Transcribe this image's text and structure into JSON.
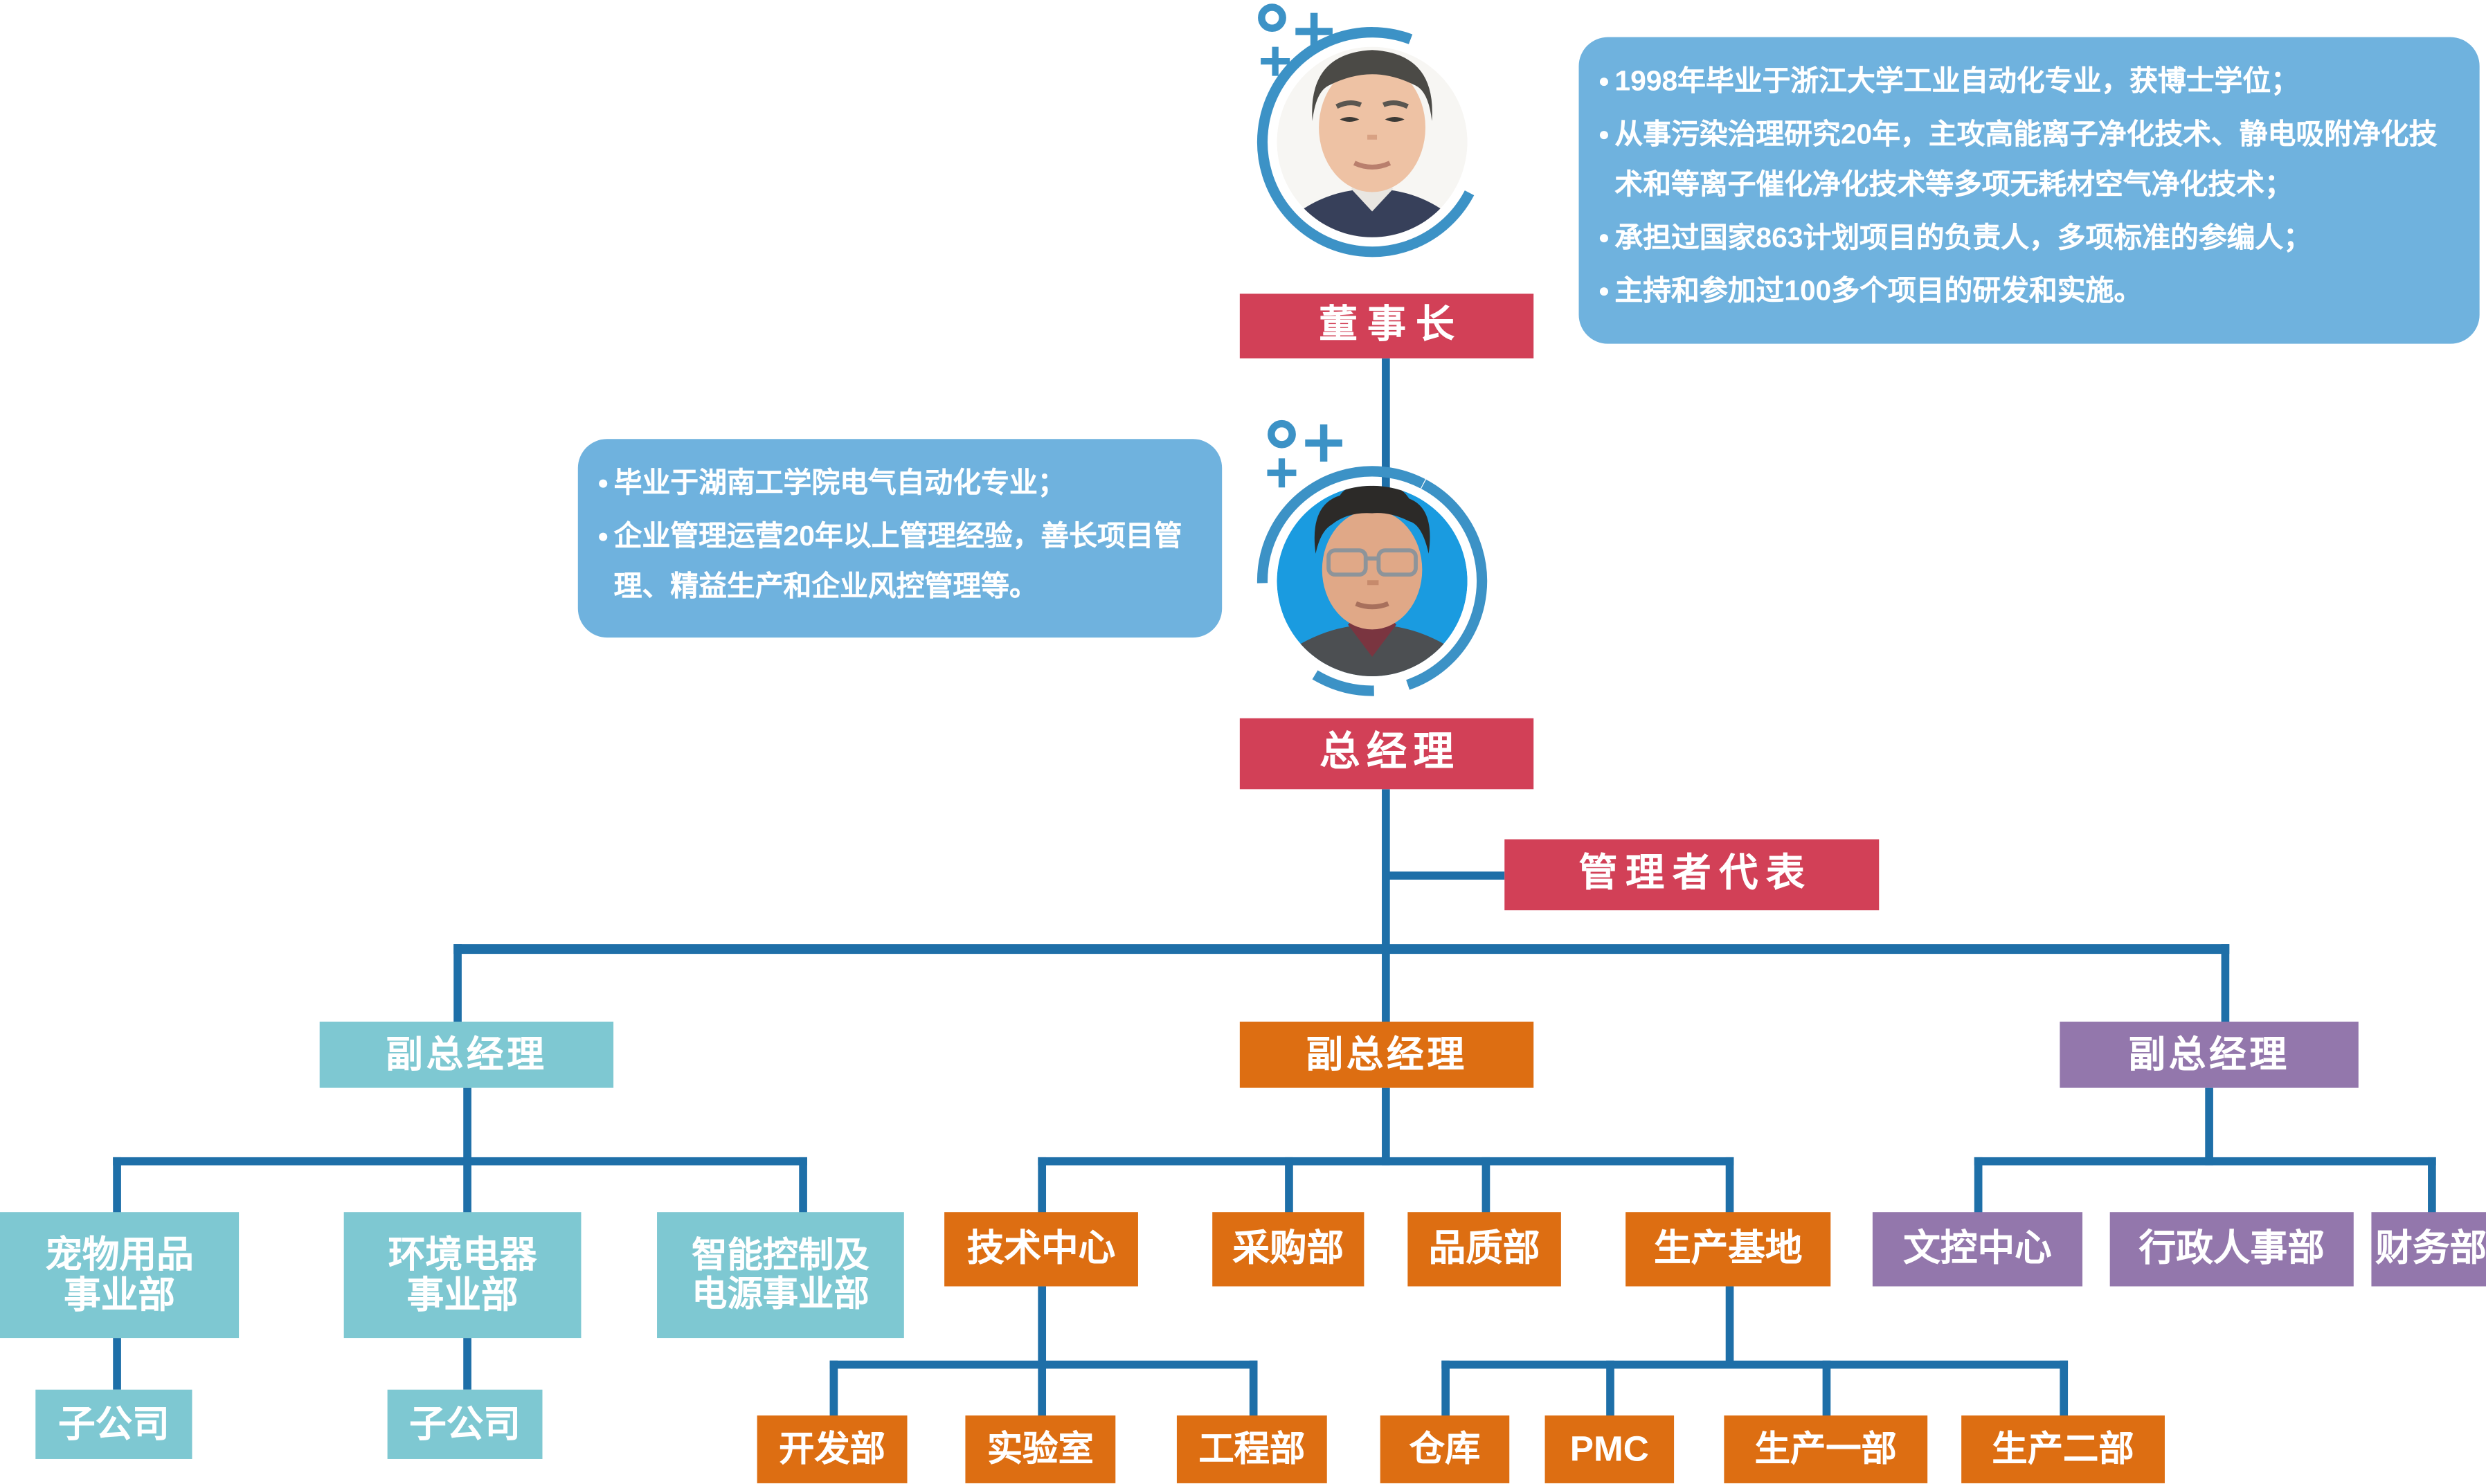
{
  "palette": {
    "red": "#D24057",
    "teal": "#7EC8D2",
    "orange": "#DD6E12",
    "purple": "#9377AC",
    "info_blue": "#6FB2DE",
    "line_blue": "#1E6FA8",
    "deco_blue": "#3C92C6",
    "photo_blue": "#1A9BE0"
  },
  "bullet_icon": "●",
  "chairman": {
    "label": "董事长",
    "bio": [
      "1998年毕业于浙江大学工业自动化专业，获博士学位；",
      "从事污染治理研究20年，主攻高能离子净化技术、静电吸附净化技术和等离子催化净化技术等多项无耗材空气净化技术；",
      "承担过国家863计划项目的负责人，多项标准的参编人；",
      "主持和参加过100多个项目的研发和实施。"
    ]
  },
  "general_manager": {
    "label": "总经理",
    "bio": [
      "毕业于湖南工学院电气自动化专业；",
      "企业管理运营20年以上管理经验，善长项目管理、精益生产和企业风控管理等。"
    ]
  },
  "management_rep": {
    "label": "管理者代表"
  },
  "vice_general_managers": {
    "left": {
      "label": "副总经理"
    },
    "middle": {
      "label": "副总经理"
    },
    "right": {
      "label": "副总经理"
    }
  },
  "left_branch": {
    "divisions": [
      {
        "lines": [
          "宠物用品",
          "事业部"
        ]
      },
      {
        "lines": [
          "环境电器",
          "事业部"
        ]
      },
      {
        "lines": [
          "智能控制及",
          "电源事业部"
        ]
      }
    ],
    "subsidiaries": [
      {
        "label": "子公司"
      },
      {
        "label": "子公司"
      }
    ]
  },
  "middle_branch": {
    "departments": [
      {
        "label": "技术中心"
      },
      {
        "label": "采购部"
      },
      {
        "label": "品质部"
      },
      {
        "label": "生产基地"
      }
    ],
    "tech_children": [
      {
        "label": "开发部"
      },
      {
        "label": "实验室"
      },
      {
        "label": "工程部"
      }
    ],
    "production_children": [
      {
        "label": "仓库"
      },
      {
        "label": "PMC"
      },
      {
        "label": "生产一部"
      },
      {
        "label": "生产二部"
      }
    ]
  },
  "right_branch": {
    "departments": [
      {
        "label": "文控中心"
      },
      {
        "label": "行政人事部"
      },
      {
        "label": "财务部"
      }
    ]
  }
}
